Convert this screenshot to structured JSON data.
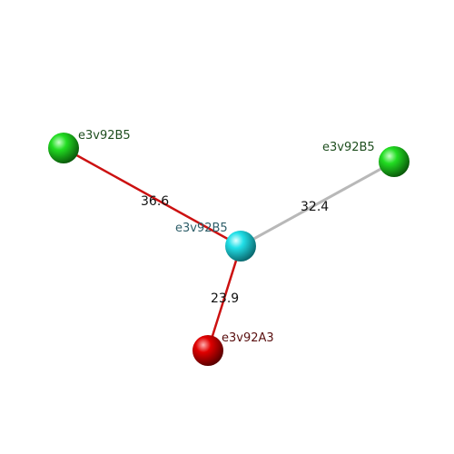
{
  "colors": {
    "background": "#ffffff",
    "red_bond": "#cc1111",
    "gray_bond": "#b8b8b8",
    "green_atom": "#22dd22",
    "cyan_atom": "#22e0e8",
    "red_atom": "#e00000",
    "green_label": "#1f4f1f",
    "cyan_label": "#2f5f6a",
    "red_label": "#5a1010"
  },
  "atoms": [
    {
      "id": "center",
      "label": "e3v92B5",
      "color_key": "cyan"
    },
    {
      "id": "left",
      "label": "e3v92B5",
      "color_key": "green"
    },
    {
      "id": "right",
      "label": "e3v92B5",
      "color_key": "green"
    },
    {
      "id": "bottom",
      "label": "e3v92A3",
      "color_key": "red"
    }
  ],
  "bonds": [
    {
      "from": "center",
      "to": "left",
      "distance": "36.6",
      "style": "red"
    },
    {
      "from": "center",
      "to": "right",
      "distance": "32.4",
      "style": "gray"
    },
    {
      "from": "center",
      "to": "bottom",
      "distance": "23.9",
      "style": "red"
    }
  ]
}
